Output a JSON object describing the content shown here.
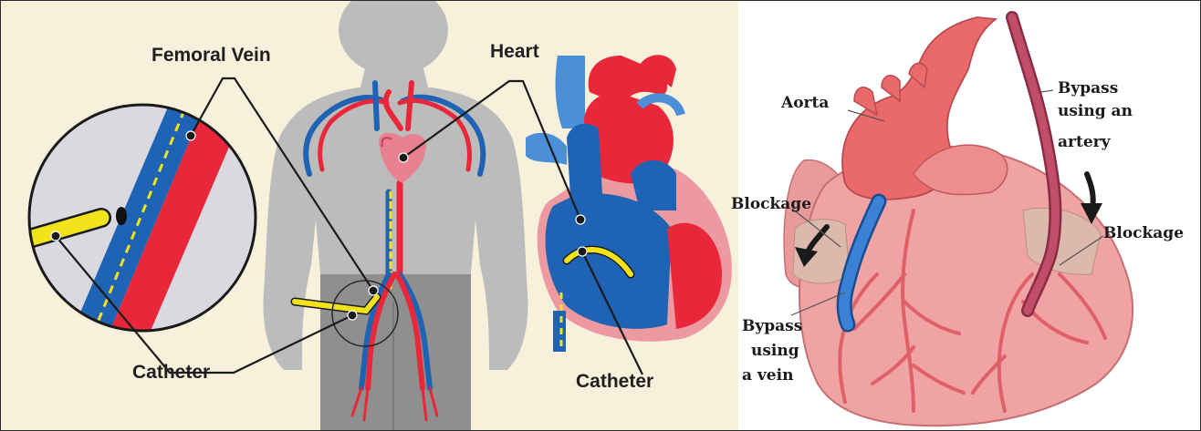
{
  "left_panel": {
    "labels": {
      "femoral_vein": "Femoral Vein",
      "heart": "Heart",
      "catheter_body": "Catheter",
      "catheter_heart": "Catheter"
    }
  },
  "right_panel": {
    "labels": {
      "aorta": "Aorta",
      "bypass_artery": [
        "Bypass",
        "using an",
        "artery"
      ],
      "blockage_left": "Blockage",
      "blockage_right": "Blockage",
      "bypass_vein": [
        "Bypass",
        "using",
        "a vein"
      ]
    }
  },
  "colors": {
    "panel_bg": "#f7f1dc",
    "body_silhouette": "#bdbdbd",
    "vein_blue": "#1f63b5",
    "artery_red": "#e8283a",
    "catheter_yellow": "#f1e21b",
    "heart_pink": "#ec9a9f",
    "bypass_artery": "#b83a55",
    "bypass_vein": "#2c6fc4"
  }
}
